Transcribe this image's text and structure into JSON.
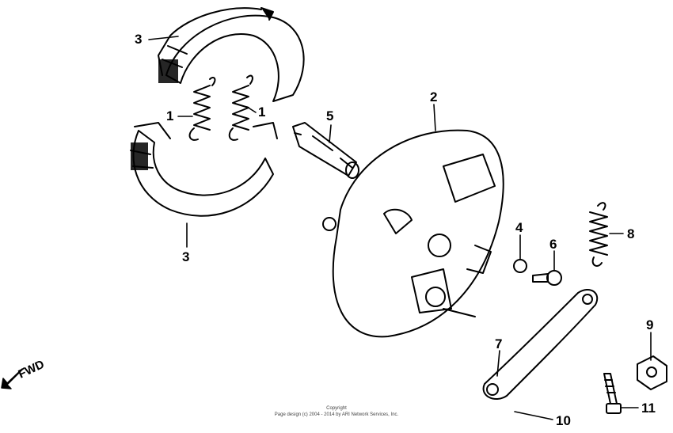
{
  "callouts": {
    "c1a": "1",
    "c1b": "1",
    "c2": "2",
    "c3_top": "3",
    "c3_bottom": "3",
    "c4": "4",
    "c5": "5",
    "c6": "6",
    "c7": "7",
    "c8": "8",
    "c9": "9",
    "c10": "10",
    "c11": "11"
  },
  "direction": {
    "label": "FWD"
  },
  "footer": {
    "line1": "Copyright",
    "line2": "Page design (c) 2004 - 2014 by ARI Network Services, Inc."
  },
  "colors": {
    "ink": "#000000",
    "background": "#ffffff"
  }
}
